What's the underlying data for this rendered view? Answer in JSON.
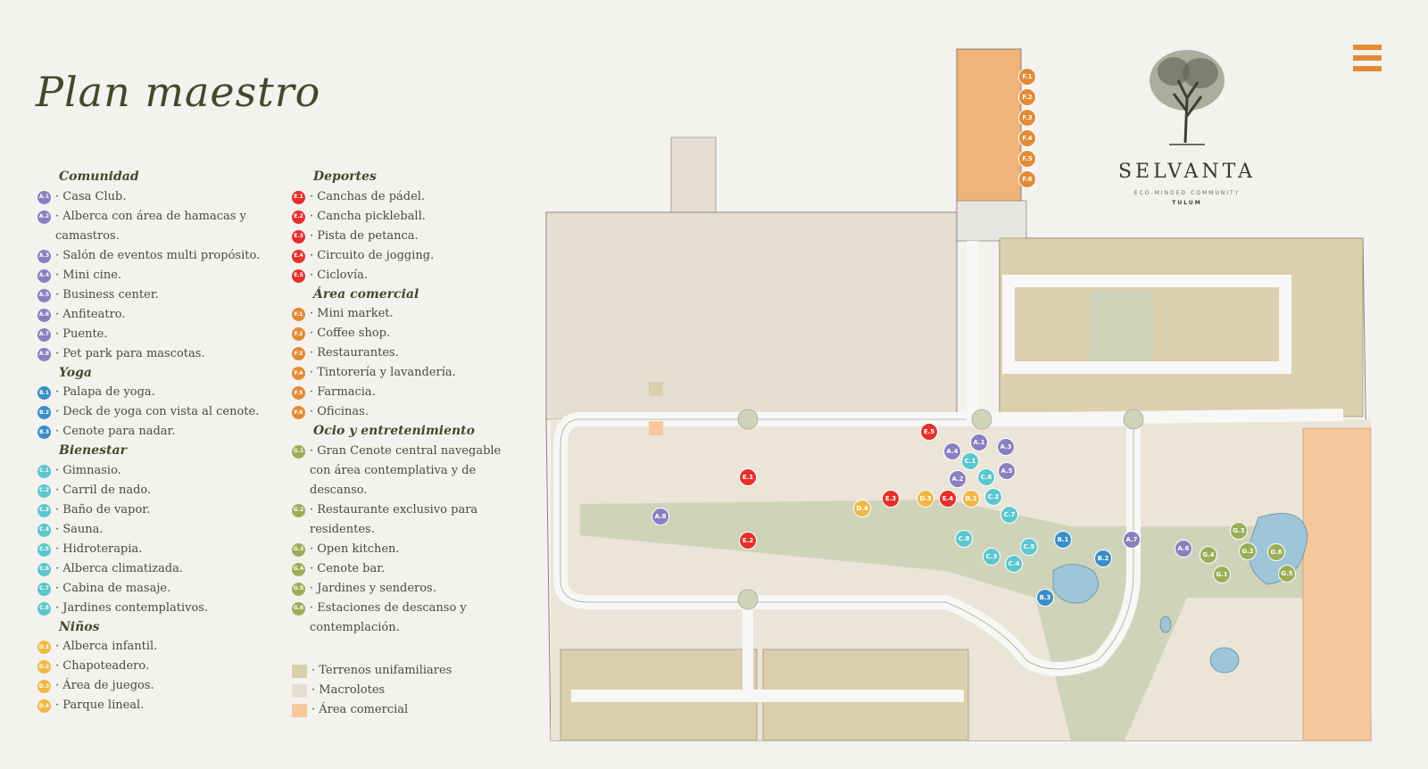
{
  "page": {
    "title": "Plan maestro"
  },
  "colors": {
    "community": "#8a7fc0",
    "yoga": "#3a8ec7",
    "wellness": "#5cc6cd",
    "kids": "#f0b845",
    "sports": "#e4302b",
    "commercial": "#e28b36",
    "leisure": "#9aae56",
    "lot_single": "#dccfae",
    "lot_macro": "#e6ded2",
    "lot_commercial": "#f6c89b"
  },
  "legend": {
    "comunidad": {
      "heading": "Comunidad",
      "items": [
        {
          "code": "A.1",
          "label": "Casa Club."
        },
        {
          "code": "A.2",
          "label": "Alberca con área de hamacas y camastros."
        },
        {
          "code": "A.3",
          "label": "Salón de eventos multi propósito."
        },
        {
          "code": "A.4",
          "label": "Mini cine."
        },
        {
          "code": "A.5",
          "label": "Business center."
        },
        {
          "code": "A.6",
          "label": "Anfiteatro."
        },
        {
          "code": "A.7",
          "label": "Puente."
        },
        {
          "code": "A.8",
          "label": "Pet park para mascotas."
        }
      ]
    },
    "yoga": {
      "heading": "Yoga",
      "items": [
        {
          "code": "B.1",
          "label": "Palapa de yoga."
        },
        {
          "code": "B.2",
          "label": "Deck de yoga con vista al cenote."
        },
        {
          "code": "B.3",
          "label": "Cenote para nadar."
        }
      ]
    },
    "bienestar": {
      "heading": "Bienestar",
      "items": [
        {
          "code": "C.1",
          "label": "Gimnasio."
        },
        {
          "code": "C.2",
          "label": "Carril de nado."
        },
        {
          "code": "C.3",
          "label": "Baño de vapor."
        },
        {
          "code": "C.4",
          "label": "Sauna."
        },
        {
          "code": "C.5",
          "label": "Hidroterapia."
        },
        {
          "code": "C.6",
          "label": "Alberca climatizada."
        },
        {
          "code": "C.7",
          "label": "Cabina de masaje."
        },
        {
          "code": "C.8",
          "label": "Jardines contemplativos."
        }
      ]
    },
    "ninos": {
      "heading": "Niños",
      "items": [
        {
          "code": "D.1",
          "label": "Alberca infantil."
        },
        {
          "code": "D.2",
          "label": "Chapoteadero."
        },
        {
          "code": "D.3",
          "label": "Área de juegos."
        },
        {
          "code": "D.4",
          "label": "Parque lineal."
        }
      ]
    },
    "deportes": {
      "heading": "Deportes",
      "items": [
        {
          "code": "E.1",
          "label": "Canchas de pádel."
        },
        {
          "code": "E.2",
          "label": "Cancha pickleball."
        },
        {
          "code": "E.3",
          "label": "Pista de petanca."
        },
        {
          "code": "E.4",
          "label": "Circuito de jogging."
        },
        {
          "code": "E.5",
          "label": "Ciclovía."
        }
      ]
    },
    "comercial": {
      "heading": "Área comercial",
      "items": [
        {
          "code": "F.1",
          "label": "Mini market."
        },
        {
          "code": "F.2",
          "label": "Coffee shop."
        },
        {
          "code": "F.3",
          "label": "Restaurantes."
        },
        {
          "code": "F.4",
          "label": "Tintorería y lavandería."
        },
        {
          "code": "F.5",
          "label": "Farmacia."
        },
        {
          "code": "F.6",
          "label": "Oficinas."
        }
      ]
    },
    "ocio": {
      "heading": "Ocio y entretenimiento",
      "items": [
        {
          "code": "G.1",
          "label": "Gran Cenote central navegable con área contemplativa y de descanso."
        },
        {
          "code": "G.2",
          "label": "Restaurante exclusivo para residentes."
        },
        {
          "code": "G.3",
          "label": "Open kitchen."
        },
        {
          "code": "G.4",
          "label": "Cenote bar."
        },
        {
          "code": "G.5",
          "label": "Jardines y senderos."
        },
        {
          "code": "G.6",
          "label": "Estaciones de descanso y contemplación."
        }
      ]
    },
    "keys": [
      {
        "label": "Terrenos unifamiliares",
        "color": "#dccfae"
      },
      {
        "label": "Macrolotes",
        "color": "#e6ded2"
      },
      {
        "label": "Área comercial",
        "color": "#f6c89b"
      }
    ]
  },
  "logo": {
    "brand": "SELVANTA",
    "tagline": "ECO-MINDED COMMUNITY",
    "city": "TULUM"
  },
  "menu": {
    "icon": "hamburger-icon"
  }
}
